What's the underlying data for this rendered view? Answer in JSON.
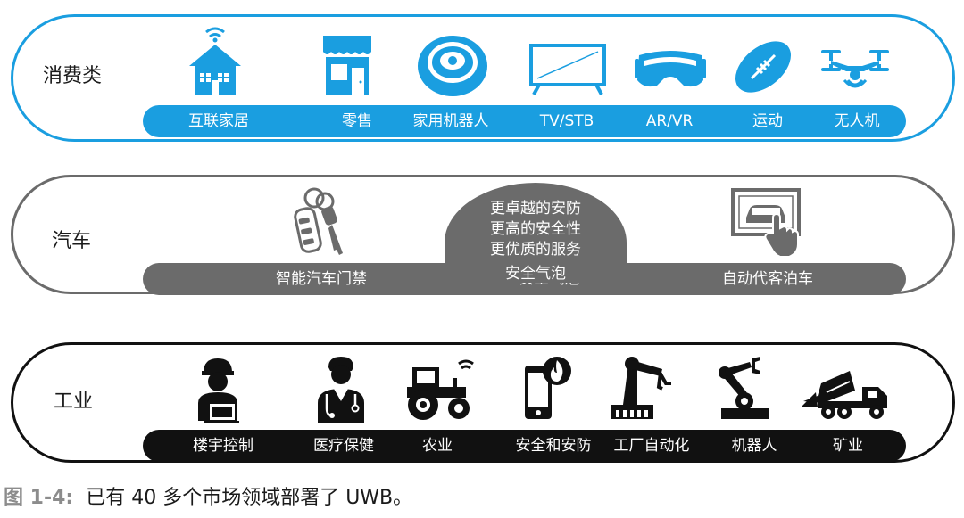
{
  "colors": {
    "consumer": "#1a9ee0",
    "automotive": "#6b6b6b",
    "industrial": "#111111"
  },
  "consumer": {
    "label": "消费类",
    "items": [
      {
        "label": "互联家居",
        "icon": "smart-home-icon"
      },
      {
        "label": "零售",
        "icon": "store-icon"
      },
      {
        "label": "家用机器人",
        "icon": "robot-vacuum-icon"
      },
      {
        "label": "TV/STB",
        "icon": "tv-icon"
      },
      {
        "label": "AR/VR",
        "icon": "vr-headset-icon"
      },
      {
        "label": "运动",
        "icon": "football-icon"
      },
      {
        "label": "无人机",
        "icon": "drone-icon"
      }
    ]
  },
  "automotive": {
    "label": "汽车",
    "items": [
      {
        "label": "智能汽车门禁",
        "icon": "car-key-icon"
      },
      {
        "label": "安全气泡",
        "icon": ""
      },
      {
        "label": "自动代客泊车",
        "icon": "parking-screen-icon"
      }
    ],
    "bubble_lines": [
      "更卓越的安防",
      "更高的安全性",
      "更优质的服务"
    ]
  },
  "industrial": {
    "label": "工业",
    "items": [
      {
        "label": "楼宇控制",
        "icon": "building-operator-icon"
      },
      {
        "label": "医疗保健",
        "icon": "doctor-icon"
      },
      {
        "label": "农业",
        "icon": "tractor-icon"
      },
      {
        "label": "安全和安防",
        "icon": "phone-alert-icon"
      },
      {
        "label": "工厂自动化",
        "icon": "industrial-robot-arm-icon"
      },
      {
        "label": "机器人",
        "icon": "robot-arm-icon"
      },
      {
        "label": "矿业",
        "icon": "dump-truck-icon"
      }
    ]
  },
  "caption": {
    "figure": "图 1-4:",
    "text": "已有 40 多个市场领域部署了 UWB。"
  }
}
